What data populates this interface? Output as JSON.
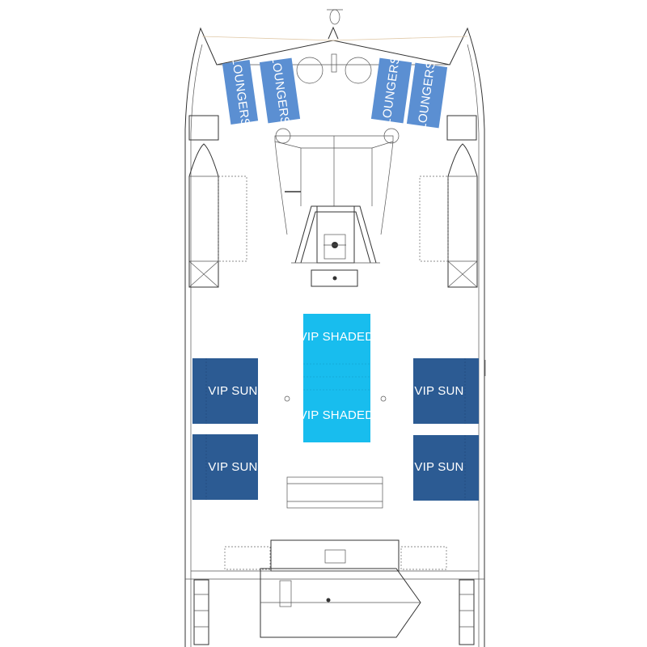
{
  "colors": {
    "loungers": "#5b8fd2",
    "vip_shaded": "#18bdee",
    "vip_sun": "#2c5b93",
    "hull_line": "#333333"
  },
  "loungers": {
    "label_1": "LOUNGERS",
    "label_2": "LOUNGERS",
    "label_3": "LOUNGERS",
    "label_4": "LOUNGERS"
  },
  "vip_shaded": {
    "label_1": "VIP SHADED",
    "label_2": "VIP SHADED"
  },
  "vip_sun": {
    "label_1": "VIP SUN",
    "label_2": "VIP SUN",
    "label_3": "VIP SUN",
    "label_4": "VIP SUN"
  }
}
